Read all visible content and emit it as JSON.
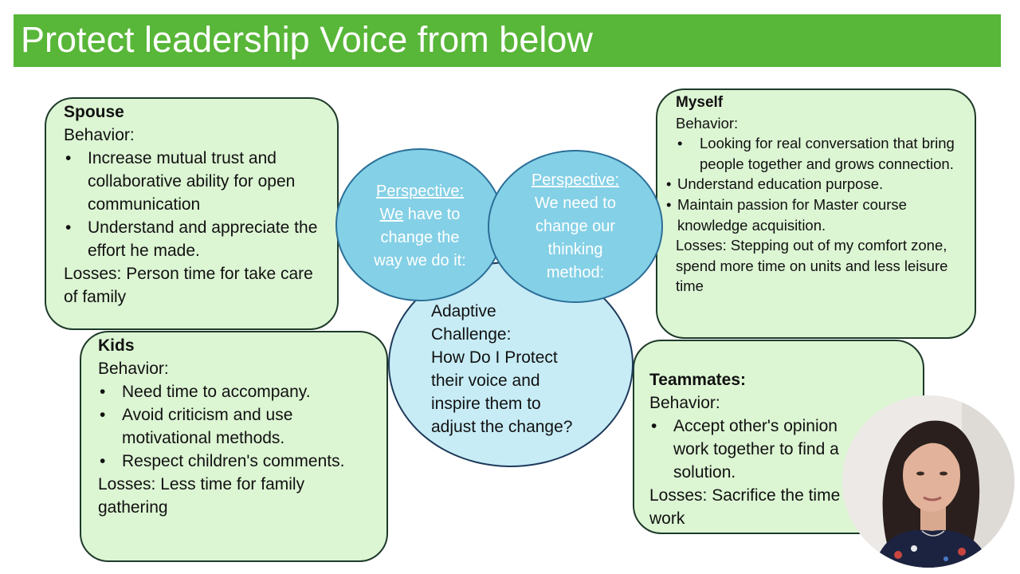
{
  "slide": {
    "title": "Protect leadership Voice from below",
    "accent_color": "#58b638",
    "box_fill": "#dcf5d3",
    "circle_fill": "#84d0e6",
    "center_fill": "#c7ecf6"
  },
  "spouse": {
    "heading": "Spouse",
    "behavior_label": "Behavior:",
    "bullets": [
      "Increase mutual trust and collaborative ability for open communication",
      "Understand and appreciate the effort he made."
    ],
    "losses": "Losses: Person time for take care of family"
  },
  "kids": {
    "heading": "Kids",
    "behavior_label": "Behavior:",
    "bullets": [
      "Need time to accompany.",
      "Avoid criticism and use motivational methods.",
      "Respect children's comments."
    ],
    "losses": "Losses: Less time for family gathering"
  },
  "myself": {
    "heading": "Myself",
    "behavior_label": "Behavior:",
    "bullets": [
      "Looking for real conversation that bring people together and grows connection.",
      "Understand education purpose.",
      "Maintain passion for Master course knowledge acquisition."
    ],
    "losses": "Losses: Stepping out of my comfort zone, spend more time on units and less leisure time"
  },
  "teammates": {
    "heading": "Teammates:",
    "behavior_label": "Behavior:",
    "bullet_line1": "Accept other's opinion",
    "bullet_line2": "work together to find a",
    "bullet_line3": "solution.",
    "losses_line1": "Losses:  Sacrifice the time",
    "losses_line2": "work"
  },
  "perspective_left": {
    "label": "Perspective:",
    "we": "We",
    "rest1": " have to",
    "line2": "change the",
    "line3": "way we do it:"
  },
  "perspective_right": {
    "label": "Perspective:",
    "line1": "We need to",
    "line2": "change our",
    "line3": "thinking",
    "line4": "method:"
  },
  "adaptive": {
    "line1": "Adaptive",
    "line2": "Challenge:",
    "line3": "How Do I Protect",
    "line4": "their voice and",
    "line5": "inspire them to",
    "line6": "adjust the change?"
  }
}
